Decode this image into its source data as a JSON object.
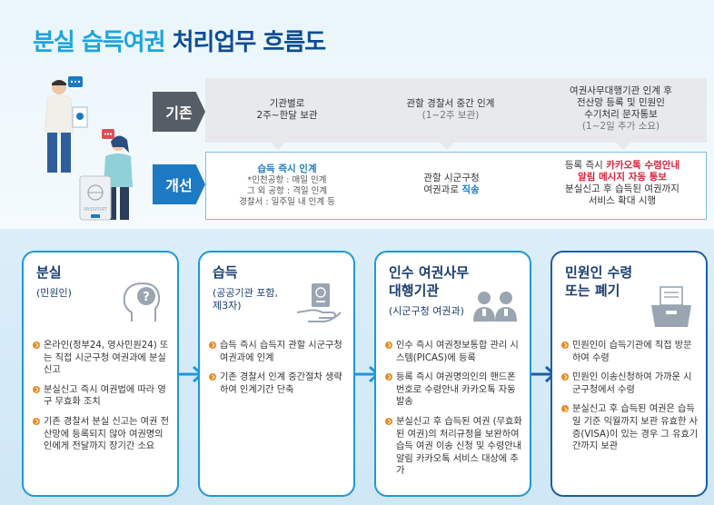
{
  "title": {
    "part1": "분실 습득여권",
    "part2": "처리업무 흐름도"
  },
  "rows": {
    "current": {
      "label": "기존",
      "col1": {
        "line1": "기관별로",
        "line2": "2주~한달 보관"
      },
      "col2": {
        "line1": "관할 경찰서 중간 인계",
        "line2": "(1~2주 보관)"
      },
      "col3": {
        "line1": "여권사무대행기관 인계 후",
        "line2": "전산망 등록 및 민원인",
        "line3": "수기처리 문자통보",
        "line4": "(1~2일 추가 소요)"
      }
    },
    "improved": {
      "label": "개선",
      "col1": {
        "head": "습득 즉시 인계",
        "l1": "*인천공항 : 매일 인계",
        "l2": "그 외 공항 : 격일 인계",
        "l3": "경찰서 : 일주일 내 인계 등"
      },
      "col2": {
        "line1": "관할 시군구청",
        "line2a": "여권과로 ",
        "line2b": "직송"
      },
      "col3": {
        "line1a": "등록 즉시 ",
        "line1b": "카카오톡 수령안내",
        "line2": "알림 메시지 자동 통보",
        "line3": "분실신고 후 습득된 여권까지",
        "line4": "서비스 확대 시행"
      }
    }
  },
  "cards": [
    {
      "title": "분실",
      "sub": "(민원인)",
      "icon": "head-question-icon",
      "items": [
        "온라인(정부24, 영사민원24) 또는 직접 시군구청 여권과에 분실신고",
        "분실신고 즉시 여권법에 따라 영구 무효화 조치",
        "기존 경찰서 분실 신고는 여권 전산망에 등록되지 않아 여권명의인에게 전달까지 장기간 소요"
      ]
    },
    {
      "title": "습득",
      "sub1": "(공공기관 포함,",
      "sub2": "제3자)",
      "icon": "hand-passport-icon",
      "items": [
        "습득 즉시 습득지 관할 시군구청 여권과에 인계",
        "기존 경찰서 인계 중간절차 생략하여 인계기간 단축"
      ]
    },
    {
      "title1": "인수 여권사무",
      "title2": "대행기관",
      "sub": "(시군구청 여권과)",
      "icon": "staff-people-icon",
      "items": [
        "인수 즉시 여권정보통합 관리 시스템(PICAS)에 등록",
        "등록 즉시 여권명의인의 핸드폰 번호로 수령안내 카카오톡 자동 발송",
        "분실신고 후 습득된 여권 (무효화된 여권)의 처리규정을 보완하여 습득 여권 이송 신청 및 수령안내 알림 카카오톡 서비스 대상에 추가"
      ]
    },
    {
      "title1": "민원인 수령",
      "title2": "또는 폐기",
      "icon": "document-box-icon",
      "items": [
        "민원인이 습득기관에 직접 방문하여 수령",
        "민원인 이송신청하여 가까운 시군구청에서 수령",
        "분실신고 후 습득된 여권은 습득일 기준 익월까지 보관 유효한 사증(VISA)이 있는 경우 그 유효기간까지 보관"
      ]
    }
  ],
  "colors": {
    "title_light": "#1ba5dc",
    "title_dark": "#0e4d93",
    "card_border_light": "#1f98d8",
    "card_border_dark": "#1e5ca8",
    "bullet": "#e78b1f",
    "red": "#d8223a"
  }
}
